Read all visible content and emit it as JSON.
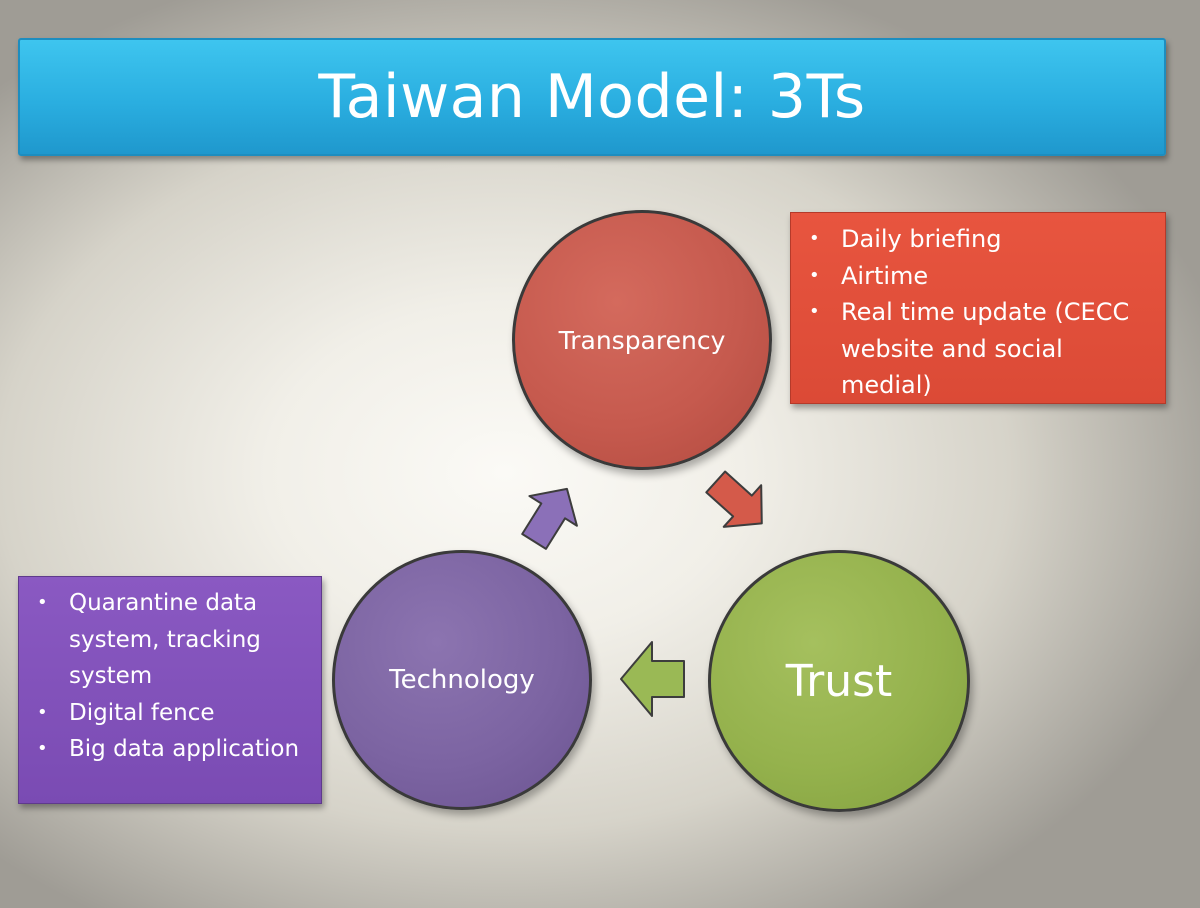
{
  "slide": {
    "title": "Taiwan Model: 3Ts"
  },
  "nodes": {
    "transparency": "Transparency",
    "technology": "Technology",
    "trust": "Trust"
  },
  "transparency_box": {
    "items": [
      "Daily briefing",
      "Airtime",
      "Real time update (CECC website and social medial)"
    ]
  },
  "technology_box": {
    "items": [
      "Quarantine data system, tracking system",
      "Digital fence",
      "Big data application"
    ]
  },
  "colors": {
    "title_bar": "#2aaee0",
    "transparency": "#c65a4e",
    "transparency_box": "#db4a36",
    "technology": "#7c64a2",
    "technology_box": "#7a4bb3",
    "trust": "#95b24d"
  },
  "icons": [
    "arrow-up-right",
    "arrow-down-right",
    "arrow-left"
  ]
}
